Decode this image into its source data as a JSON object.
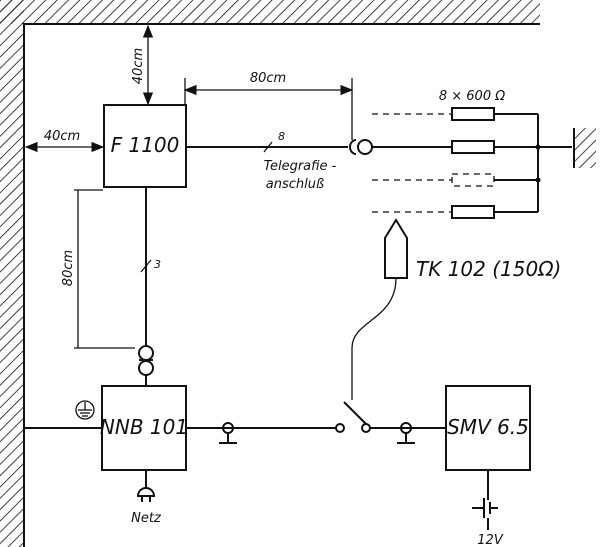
{
  "devices": {
    "f1100": "F 1100",
    "nnb101": "NNB 101",
    "smv": "SMV 6.5",
    "tk102": "TK 102  (150Ω)"
  },
  "dimensions": {
    "top_distance": "40cm",
    "left_distance": "40cm",
    "right_distance": "80cm",
    "vertical_distance": "80cm"
  },
  "labels": {
    "resistors": "8 × 600 Ω",
    "telegraph_line1": "Telegrafie -",
    "telegraph_line2": "anschluß",
    "bus8": "8",
    "bus3": "3",
    "mains": "Netz",
    "battery": "12V"
  }
}
